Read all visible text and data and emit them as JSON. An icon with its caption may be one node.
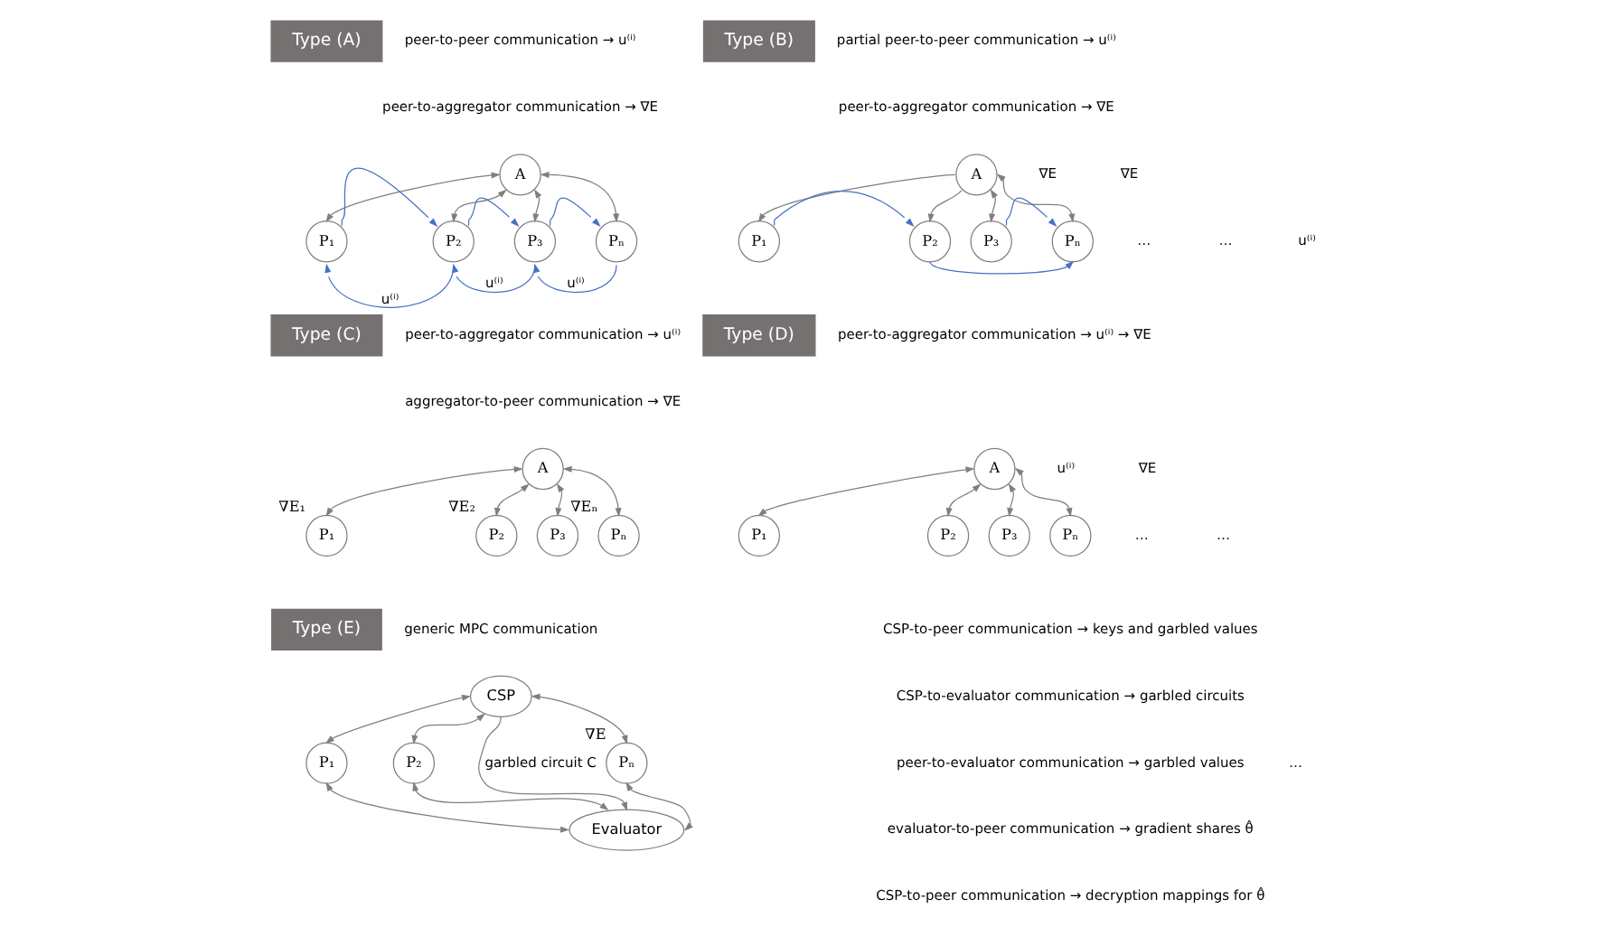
{
  "diagram": {
    "nodes": [
      {
        "text": [
          "Type (A)"
        ]
      },
      {
        "text": [
          "A"
        ]
      },
      {
        "text": [
          "P₁"
        ]
      },
      {
        "text": [
          "P₂"
        ]
      },
      {
        "text": [
          "P₃"
        ]
      },
      {
        "text": [
          "Pₙ"
        ]
      },
      {
        "text": [
          "Type (B)"
        ]
      },
      {
        "text": [
          "A"
        ]
      },
      {
        "text": [
          "P₁"
        ]
      },
      {
        "text": [
          "P₂"
        ]
      },
      {
        "text": [
          "P₃"
        ]
      },
      {
        "text": [
          "Pₙ"
        ]
      },
      {
        "text": [
          "Type (C)"
        ]
      },
      {
        "text": [
          "A"
        ]
      },
      {
        "text": [
          "P₁"
        ],
        "beside": [
          "∇E₁"
        ]
      },
      {
        "text": [
          "P₂"
        ],
        "beside": [
          "∇E₂"
        ]
      },
      {
        "text": [
          "P₃"
        ]
      },
      {
        "text": [
          "Pₙ"
        ],
        "beside": [
          "∇Eₙ"
        ]
      },
      {
        "text": [
          "Type (D)"
        ]
      },
      {
        "text": [
          "A"
        ]
      },
      {
        "text": [
          "P₁"
        ]
      },
      {
        "text": [
          "P₂"
        ]
      },
      {
        "text": [
          "P₃"
        ]
      },
      {
        "text": [
          "Pₙ"
        ]
      },
      {
        "text": [
          "Type (E)"
        ]
      },
      {
        "text": [
          "CSP"
        ]
      },
      {
        "text": [
          "P₁"
        ]
      },
      {
        "text": [
          "P₂"
        ]
      },
      {
        "text": [
          "Pₙ"
        ],
        "beside": [
          "∇E"
        ]
      },
      {
        "text": [
          "Evaluator"
        ]
      }
    ],
    "edges": [
      {
        "from": 1,
        "to": 2,
        "arrow": "both"
      },
      {
        "from": 1,
        "to": 3,
        "arrow": "both"
      },
      {
        "from": 1,
        "to": 4,
        "arrow": "both"
      },
      {
        "from": 1,
        "to": 5,
        "arrow": "both"
      },
      {
        "from": 2,
        "to": 3,
        "arrow": "to",
        "color": "#4472c4"
      },
      {
        "from": 3,
        "to": 2,
        "arrow": "to",
        "color": "#4472c4",
        "label": "u⁽ⁱ⁾"
      },
      {
        "from": 3,
        "to": 4,
        "arrow": "to",
        "color": "#4472c4"
      },
      {
        "from": 4,
        "to": 3,
        "arrow": "to",
        "color": "#4472c4",
        "label": "u⁽ⁱ⁾"
      },
      {
        "from": 4,
        "to": 5,
        "arrow": "to",
        "color": "#4472c4"
      },
      {
        "from": 5,
        "to": 4,
        "arrow": "to",
        "color": "#4472c4",
        "label": "u⁽ⁱ⁾"
      },
      {
        "from": 7,
        "to": 8,
        "arrow": "to"
      },
      {
        "from": 7,
        "to": 9,
        "arrow": "to"
      },
      {
        "from": 7,
        "to": 10,
        "arrow": "both"
      },
      {
        "from": 7,
        "to": 11,
        "arrow": "both"
      },
      {
        "from": 8,
        "to": 9,
        "arrow": "to",
        "color": "#4472c4"
      },
      {
        "from": 10,
        "to": 11,
        "arrow": "to",
        "color": "#4472c4"
      },
      {
        "from": 9,
        "to": 11,
        "arrow": "to",
        "color": "#4472c4"
      },
      {
        "from": 13,
        "to": 14,
        "arrow": "both"
      },
      {
        "from": 13,
        "to": 15,
        "arrow": "both"
      },
      {
        "from": 13,
        "to": 16,
        "arrow": "both"
      },
      {
        "from": 13,
        "to": 17,
        "arrow": "both"
      },
      {
        "from": 19,
        "to": 20,
        "arrow": "both"
      },
      {
        "from": 19,
        "to": 21,
        "arrow": "both"
      },
      {
        "from": 19,
        "to": 22,
        "arrow": "both"
      },
      {
        "from": 19,
        "to": 23,
        "arrow": "both"
      },
      {
        "from": 25,
        "to": 26,
        "arrow": "both"
      },
      {
        "from": 25,
        "to": 27,
        "arrow": "both"
      },
      {
        "from": 25,
        "to": 28,
        "arrow": "both"
      },
      {
        "from": 25,
        "to": 29,
        "arrow": "to",
        "label": "garbled circuit C"
      },
      {
        "from": 26,
        "to": 29,
        "arrow": "both"
      },
      {
        "from": 29,
        "to": 27,
        "arrow": "both"
      },
      {
        "from": 28,
        "to": 29,
        "arrow": "both"
      }
    ],
    "labels": [
      "peer-to-peer communication → u⁽ⁱ⁾",
      "peer-to-aggregator communication → ∇E",
      "partial peer-to-peer communication → u⁽ⁱ⁾",
      "peer-to-aggregator communication → ∇E",
      "∇E",
      "∇E",
      "u⁽ⁱ⁾",
      "…",
      "…",
      "peer-to-aggregator communication → u⁽ⁱ⁾",
      "aggregator-to-peer communication → ∇E",
      "peer-to-aggregator communication → u⁽ⁱ⁾ → ∇E",
      "u⁽ⁱ⁾",
      "∇E",
      "…",
      "…",
      "generic MPC communication",
      "…",
      "CSP-to-peer communication → keys and garbled values",
      "CSP-to-evaluator communication → garbled circuits",
      "peer-to-evaluator communication → garbled values",
      "evaluator-to-peer communication → gradient shares θ̂",
      "CSP-to-peer communication → decryption mappings for θ̂"
    ]
  }
}
